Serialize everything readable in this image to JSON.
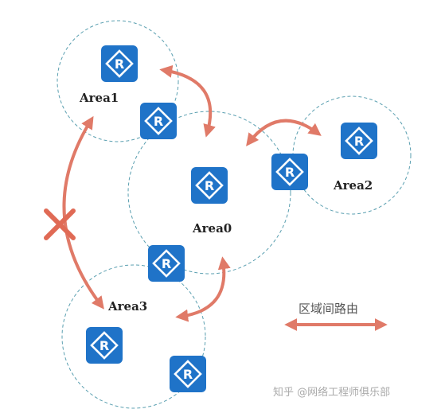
{
  "areas": [
    {
      "id": "area1",
      "label": "Area1"
    },
    {
      "id": "area0",
      "label": "Area0"
    },
    {
      "id": "area2",
      "label": "Area2"
    },
    {
      "id": "area3",
      "label": "Area3"
    }
  ],
  "legend": {
    "label": "区域间路由"
  },
  "watermark": {
    "text": "知乎 @网络工程师俱乐部"
  },
  "colors": {
    "router": "#1f73c8",
    "arrow": "#e07a68",
    "circle": "#5a9fb0",
    "cross": "#e06a55"
  },
  "icons": {
    "router": "router-icon",
    "cross": "cross-icon"
  }
}
